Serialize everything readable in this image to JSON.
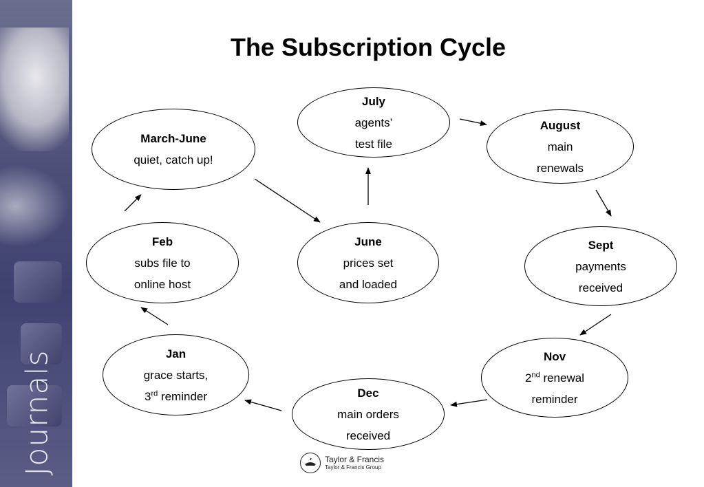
{
  "title": "The Subscription Cycle",
  "sidebar": {
    "label": "Journals"
  },
  "nodes": {
    "july": {
      "month": "July",
      "line1": "agents’",
      "line2": "test file"
    },
    "march": {
      "month": "March-June",
      "line1": "quiet, catch up!"
    },
    "august": {
      "month": "August",
      "line1": "main",
      "line2": "renewals"
    },
    "june": {
      "month": "June",
      "line1": "prices set",
      "line2": "and loaded"
    },
    "feb": {
      "month": "Feb",
      "line1": "subs file to",
      "line2": "online host"
    },
    "sept": {
      "month": "Sept",
      "line1": "payments",
      "line2": "received"
    },
    "jan": {
      "month": "Jan",
      "line1": "grace starts,",
      "line2_prefix": "3",
      "line2_sup": "rd",
      "line2_suffix": " reminder"
    },
    "nov": {
      "month": "Nov",
      "line1_prefix": "2",
      "line1_sup": "nd",
      "line1_suffix": " renewal",
      "line2": "reminder"
    },
    "dec": {
      "month": "Dec",
      "line1": "main orders",
      "line2": "received"
    }
  },
  "logo": {
    "name": "Taylor & Francis",
    "sub": "Taylor & Francis Group"
  }
}
